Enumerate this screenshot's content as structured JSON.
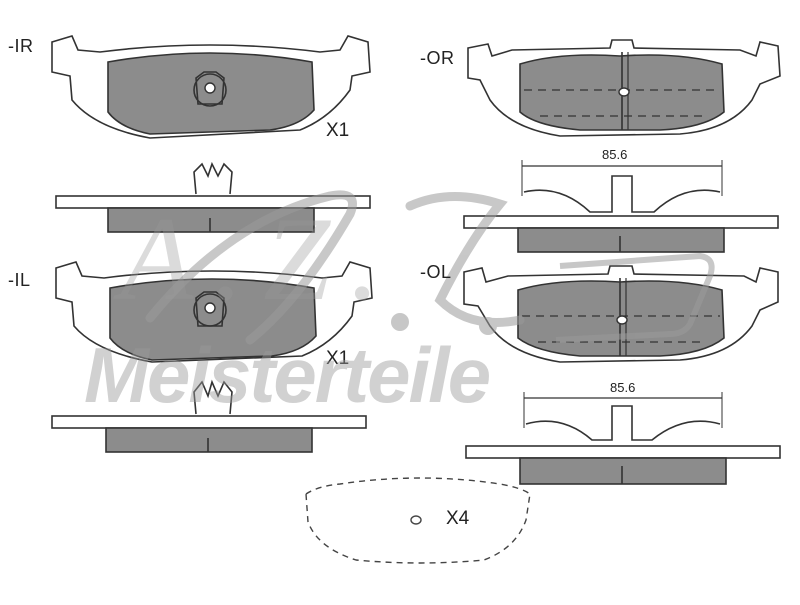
{
  "labels": {
    "inner_right": "-IR",
    "outer_right": "-OR",
    "inner_left": "-IL",
    "outer_left": "-OL"
  },
  "quantities": {
    "inner_right": "X1",
    "inner_left": "X1",
    "shims": "X4"
  },
  "dimensions": {
    "spring_top": "85.6",
    "spring_bottom": "85.6"
  },
  "watermark": {
    "logo_letters": "A.Z.",
    "brand": "Meisterteile"
  },
  "colors": {
    "pad_fill": "#8c8c8c",
    "line": "#333333",
    "watermark": "#9a9a9a"
  }
}
